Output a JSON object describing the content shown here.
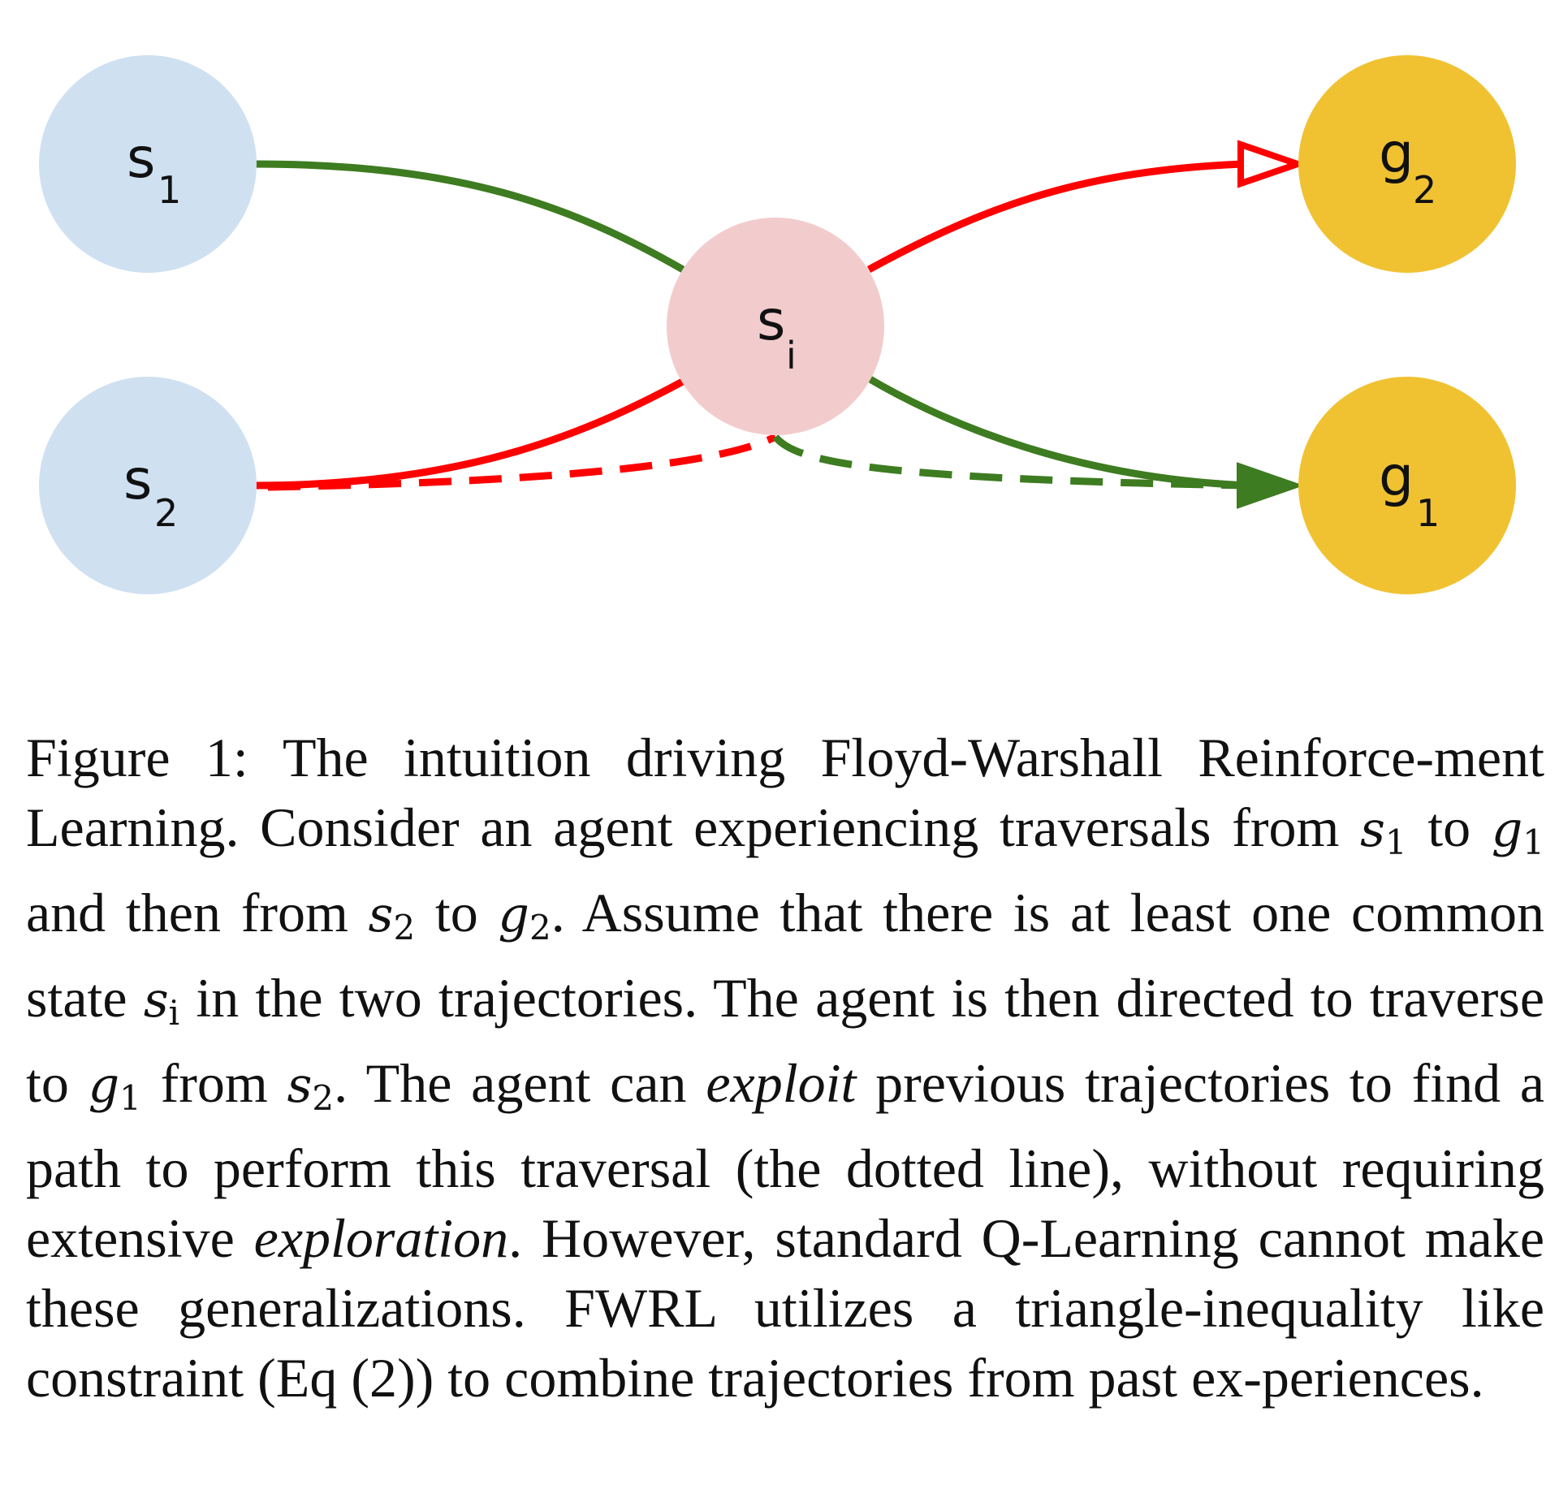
{
  "diagram": {
    "colors": {
      "start_node": "#cfe0f1",
      "middle_node": "#f2cccd",
      "goal_node": "#f0c232",
      "green_path": "#3d7c20",
      "red_path": "#ff0000"
    },
    "nodes": {
      "s1": {
        "base": "s",
        "sub": "1"
      },
      "s2": {
        "base": "s",
        "sub": "2"
      },
      "si": {
        "base": "s",
        "sub": "i"
      },
      "g1": {
        "base": "g",
        "sub": "1"
      },
      "g2": {
        "base": "g",
        "sub": "2"
      }
    }
  },
  "caption": {
    "label": "Figure 1:",
    "t1": "The intuition driving Floyd-Warshall Reinforce-­ment Learning. Consider an agent experiencing traversals from",
    "t2": "to",
    "t3": "and then from",
    "t4": "to",
    "t5": ". Assume that there is at least one common state",
    "t6": "in the two trajectories. The agent is then directed to traverse to",
    "t7": "from",
    "t8": ". The agent can",
    "em1": "exploit",
    "t9": "previous trajectories to find a path to perform this traversal (the dotted line), without requiring extensive",
    "em2": "exploration",
    "t10": ". However, standard Q-Learning cannot make these generalizations. FWRL utilizes a triangle-inequality like constraint (Eq (2)) to combine trajectories from past ex-­periences.",
    "m_s1": {
      "base": "s",
      "sub": "1"
    },
    "m_g1": {
      "base": "g",
      "sub": "1"
    },
    "m_s2": {
      "base": "s",
      "sub": "2"
    },
    "m_g2": {
      "base": "g",
      "sub": "2"
    },
    "m_si": {
      "base": "s",
      "sub": "i"
    },
    "m_g1b": {
      "base": "g",
      "sub": "1"
    },
    "m_s2b": {
      "base": "s",
      "sub": "2"
    }
  }
}
